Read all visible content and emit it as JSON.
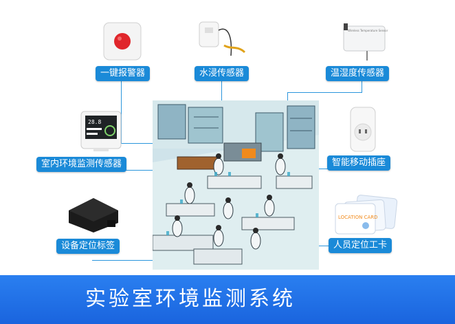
{
  "devices": {
    "panic_button": {
      "label": "一键报警器"
    },
    "water_sensor": {
      "label": "水浸传感器"
    },
    "temp_humidity_sensor": {
      "label": "温湿度传感器",
      "device_text": "Wireless Temperature Sensor"
    },
    "indoor_env_sensor": {
      "label": "室内环境监测传感器",
      "screen_text": "28.8"
    },
    "smart_plug": {
      "label": "智能移动插座"
    },
    "asset_tag": {
      "label": "设备定位标签"
    },
    "staff_card": {
      "label": "人员定位工卡",
      "card_text": "LOCATION CARD"
    }
  },
  "banner": {
    "title": "实验室环境监测系统"
  },
  "colors": {
    "accent": "#1a8ad8",
    "banner": "#1f6fe6",
    "connector": "#2a95dc"
  }
}
